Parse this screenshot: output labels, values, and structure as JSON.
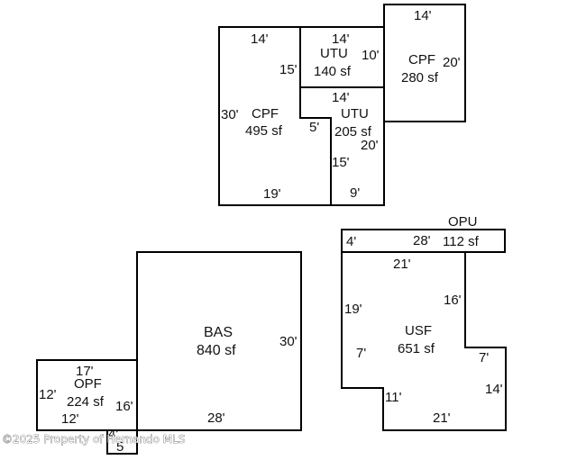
{
  "sketch": {
    "cpf_a": {
      "code": "CPF",
      "area": "495 sf",
      "dims": [
        "14'",
        "15'",
        "30'",
        "19'",
        "5'",
        "5'"
      ]
    },
    "utu_a": {
      "code": "UTU",
      "area": "140 sf",
      "dims": [
        "14'",
        "10'"
      ]
    },
    "cpf_b": {
      "code": "CPF",
      "area": "280 sf",
      "dims": [
        "14'",
        "20'"
      ]
    },
    "utu_b": {
      "code": "UTU",
      "area": "205 sf",
      "dims": [
        "14'",
        "20'",
        "15'",
        "9'"
      ]
    },
    "opu": {
      "code": "OPU",
      "area": "112 sf",
      "dims": [
        "4'",
        "28'"
      ]
    },
    "usf": {
      "code": "USF",
      "area": "651 sf",
      "dims": [
        "21'",
        "16'",
        "19'",
        "7'",
        "7'",
        "14'",
        "11'",
        "21'"
      ]
    },
    "bas": {
      "code": "BAS",
      "area": "840 sf",
      "dims": [
        "30'",
        "28'"
      ]
    },
    "opf": {
      "code": "OPF",
      "area": "224 sf",
      "dims": [
        "17'",
        "12'",
        "16'",
        "12'",
        "4'",
        "5"
      ]
    }
  },
  "watermark": "©2025 Property of Hernando MLS"
}
